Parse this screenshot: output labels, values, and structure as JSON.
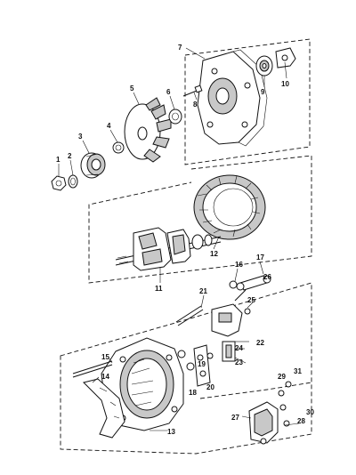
{
  "diagram": {
    "callouts": [
      "1",
      "2",
      "3",
      "4",
      "5",
      "6",
      "7",
      "8",
      "9",
      "10",
      "11",
      "12",
      "13",
      "14",
      "15",
      "16",
      "17",
      "18",
      "19",
      "20",
      "21",
      "22",
      "23",
      "24",
      "25",
      "26",
      "27",
      "28",
      "29",
      "30",
      "31"
    ]
  }
}
